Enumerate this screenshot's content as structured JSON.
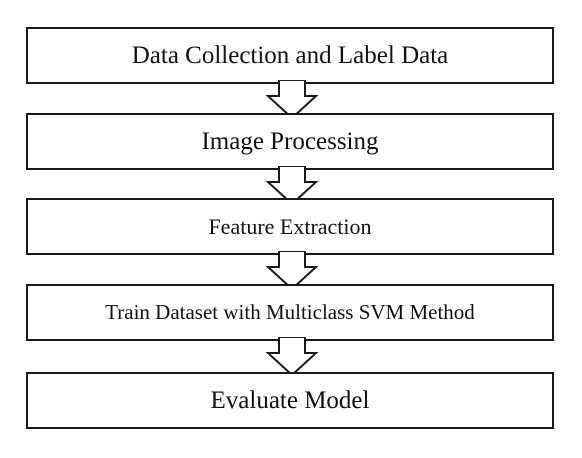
{
  "diagram": {
    "steps": [
      {
        "label": "Data Collection and Label Data"
      },
      {
        "label": "Image Processing"
      },
      {
        "label": "Feature Extraction"
      },
      {
        "label": "Train Dataset with Multiclass SVM Method"
      },
      {
        "label": "Evaluate Model"
      }
    ],
    "connector_icon": "hollow-down-arrow-icon",
    "stroke_color": "#1a1a1a",
    "fill_color": "#ffffff"
  }
}
